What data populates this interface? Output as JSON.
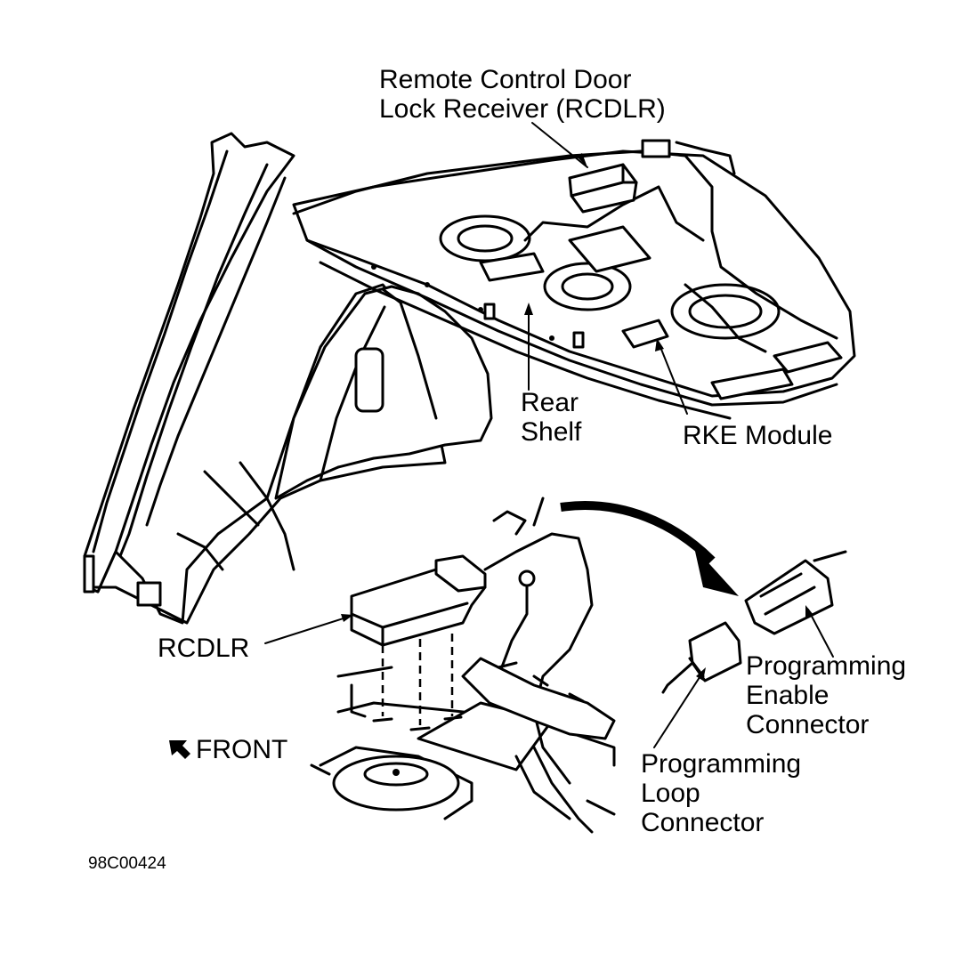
{
  "labels": {
    "rcdlr_top": [
      "Remote Control Door",
      "Lock Receiver (RCDLR)"
    ],
    "rear_shelf": [
      "Rear",
      "Shelf"
    ],
    "rke_module": "RKE Module",
    "rcdlr": "RCDLR",
    "front": "FRONT",
    "programming_enable": [
      "Programming",
      "Enable",
      "Connector"
    ],
    "programming_loop": [
      "Programming",
      "Loop",
      "Connector"
    ],
    "figure_id": "98C00424"
  },
  "icons": {
    "front_arrow": "arrow-up-left-icon",
    "detail_arrow": "curved-arrow-icon"
  },
  "colors": {
    "ink": "#000000",
    "paper": "#ffffff"
  }
}
